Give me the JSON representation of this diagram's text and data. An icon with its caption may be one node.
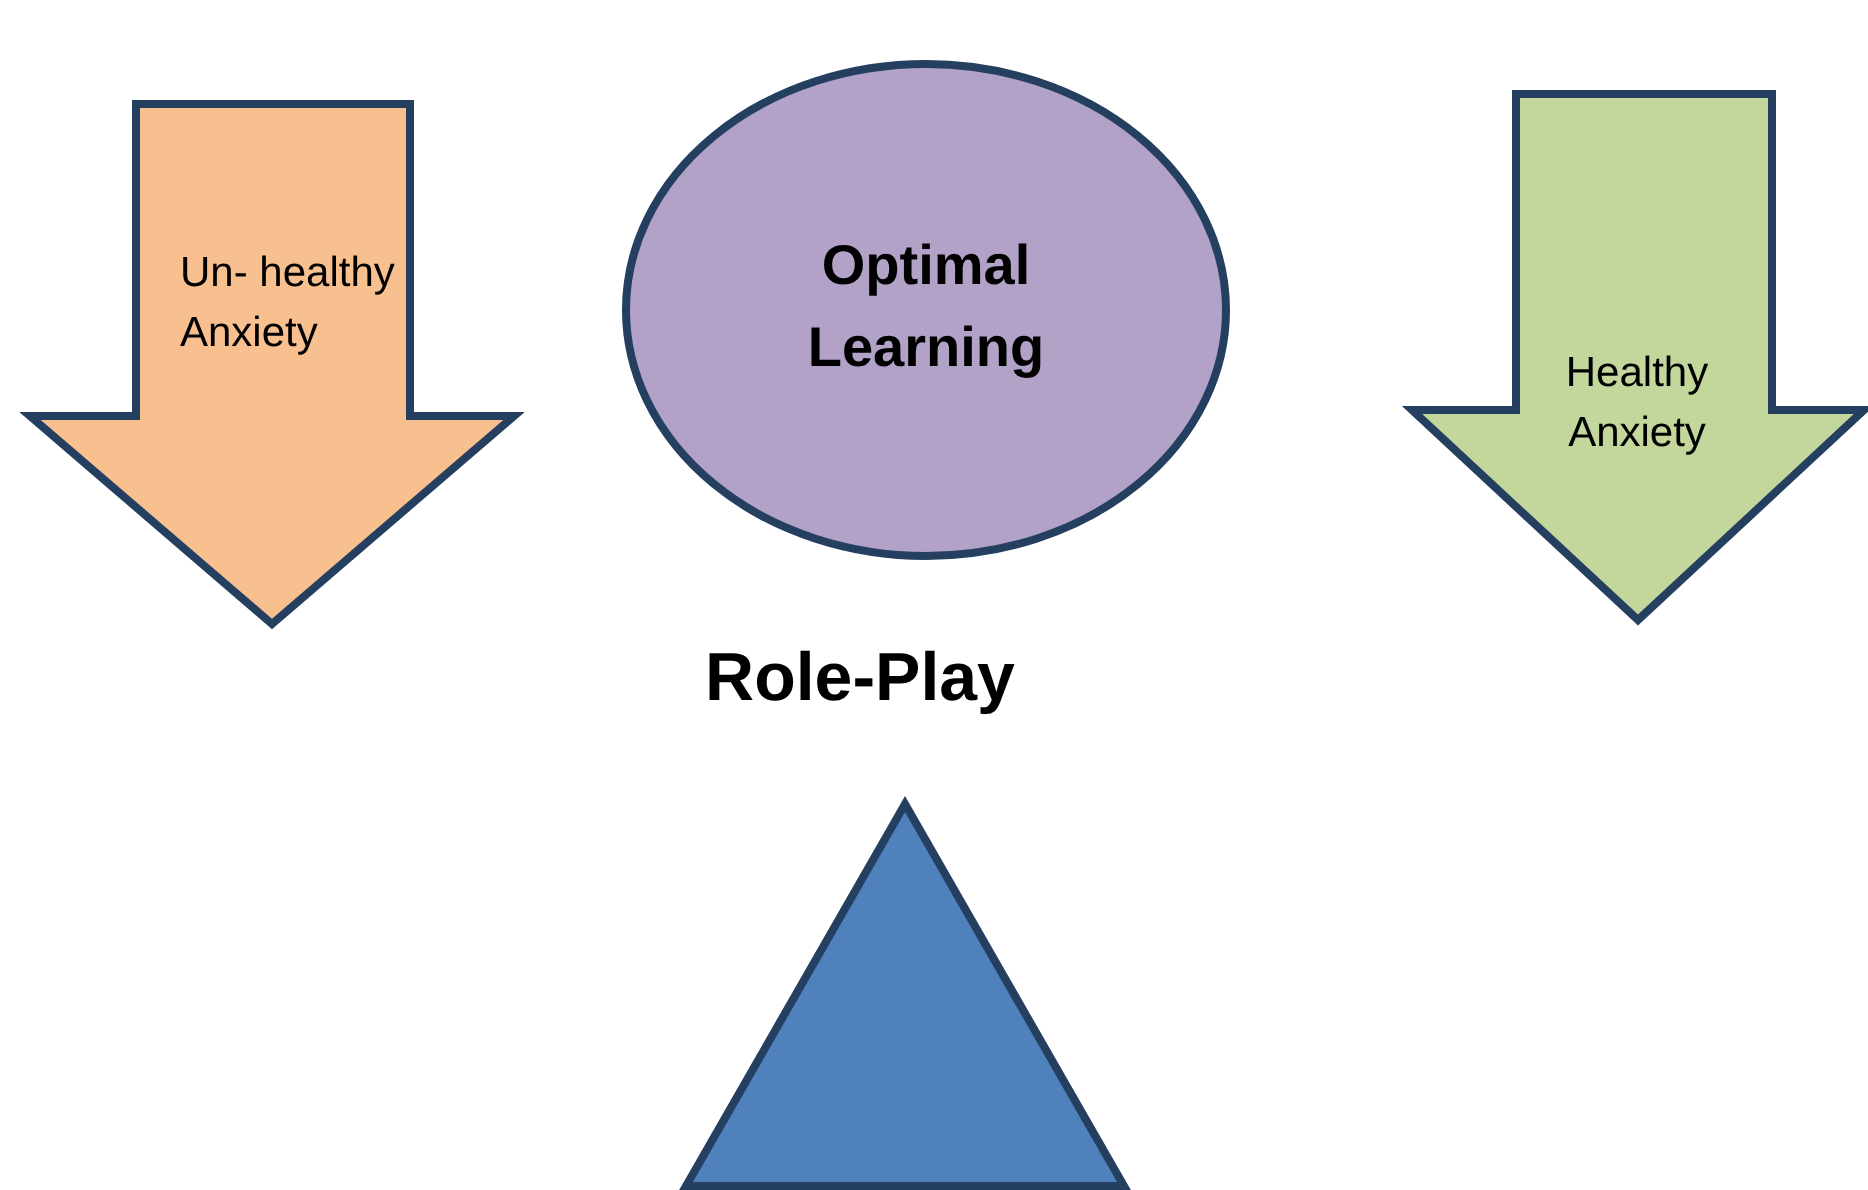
{
  "diagram": {
    "nodes": [
      {
        "text": [
          "Un- healthy Anxiety"
        ]
      },
      {
        "text": [
          "Optimal Learning"
        ]
      },
      {
        "text": [
          "Healthy Anxiety"
        ]
      },
      {
        "text": [],
        "shape": "triangle"
      }
    ],
    "labels": [
      "Role-Play"
    ]
  }
}
